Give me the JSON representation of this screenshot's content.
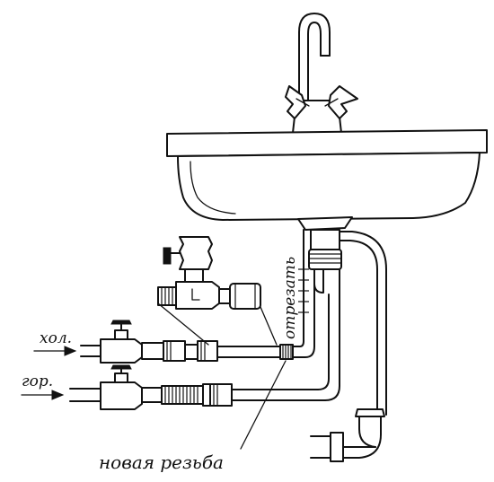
{
  "labels": {
    "cold": "хол.",
    "hot": "гор.",
    "cut": "отрезать",
    "new_thread": "новая резьба"
  },
  "colors": {
    "ink": "#111111",
    "paper": "#ffffff"
  }
}
